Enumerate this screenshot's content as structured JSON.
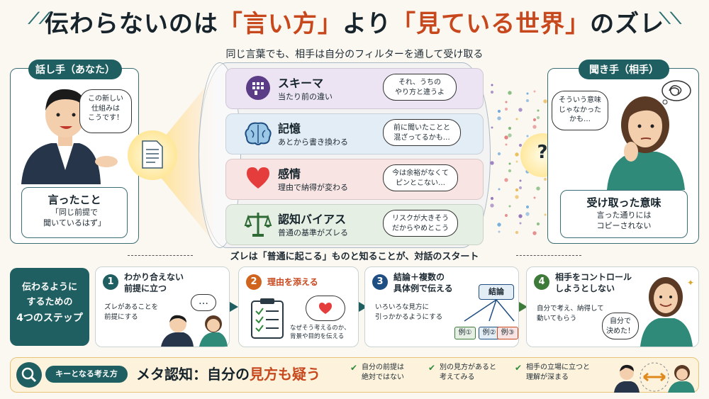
{
  "title": {
    "part1": "伝わらないのは",
    "part2": "「言い方」",
    "part3": "より",
    "part4": "「見ている世界」",
    "part5": "のズレ"
  },
  "subtitle": "同じ言葉でも、相手は自分のフィルターを通して受け取る",
  "speaker": {
    "tag": "話し手（あなた）",
    "bubble": [
      "この新しい",
      "仕組みは",
      "こうです！"
    ],
    "box_title": "言ったこと",
    "box_body": [
      "「同じ前提で",
      "聞いているはず」"
    ]
  },
  "listener": {
    "tag": "聞き手（相手）",
    "bubble": [
      "そういう意味",
      "じゃなかった",
      "かも…"
    ],
    "box_title": "受け取った意味",
    "box_body": [
      "言った通りには",
      "コピーされない"
    ]
  },
  "question_mark": "?",
  "filters": [
    {
      "title": "スキーマ",
      "sub": "当たり前の違い",
      "bubble": [
        "それ、うちの",
        "やり方と違うよ"
      ],
      "color": "#ece4f2",
      "icon": "brain-grid-icon"
    },
    {
      "title": "記憶",
      "sub": "あとから書き換わる",
      "bubble": [
        "前に聞いたことと",
        "混ざってるかも…"
      ],
      "color": "#e3edf6",
      "icon": "brain-icon"
    },
    {
      "title": "感情",
      "sub": "理由で納得が変わる",
      "bubble": [
        "今は余裕がなくて",
        "ピンとこない…"
      ],
      "color": "#f8e4e3",
      "icon": "heart-icon"
    },
    {
      "title": "認知バイアス",
      "sub": "普通の基準がズレる",
      "bubble": [
        "リスクが大きそう",
        "だからやめとこう"
      ],
      "color": "#e6efe4",
      "icon": "scale-icon"
    }
  ],
  "divider_text": "ズレは「普通に起こる」ものと知ることが、対話のスタート",
  "steps_label": [
    "伝わるように",
    "するための",
    "4つのステップ"
  ],
  "steps_label_num": "4",
  "steps": [
    {
      "num": "1",
      "title": [
        "わかり合えない",
        "前提に立つ"
      ],
      "body": [
        "ズレがあることを",
        "前提にする"
      ],
      "bubble": "…",
      "color": "#1f5f62"
    },
    {
      "num": "2",
      "title": [
        "理由を添える"
      ],
      "body": [
        "なぜそう考えるのか、",
        "背景や目的を伝える"
      ],
      "color": "#d0641f"
    },
    {
      "num": "3",
      "title": [
        "結論＋複数の",
        "具体例で伝える"
      ],
      "body": [
        "いろいろな見方に",
        "引っかかるようにする"
      ],
      "diagram_root": "結論",
      "diagram_leaves": [
        "例①",
        "例②",
        "例③"
      ],
      "color": "#1f4f82"
    },
    {
      "num": "4",
      "title": [
        "相手をコントロール",
        "しようとしない"
      ],
      "body": [
        "自分で考え、納得して",
        "動いてもらう"
      ],
      "bubble": [
        "自分で",
        "決めた！"
      ],
      "color": "#3e7a39"
    }
  ],
  "bottom": {
    "tag": "キーとなる考え方",
    "heading_a": "メタ認知：",
    "heading_b": "自分の",
    "heading_c": "見方も疑う",
    "points": [
      [
        "自分の前提は",
        "絶対ではない"
      ],
      [
        "別の見方があると",
        "考えてみる"
      ],
      [
        "相手の立場に立つと",
        "理解が深まる"
      ]
    ]
  },
  "colors": {
    "teal": "#1f5f62",
    "orange": "#c8481e",
    "green": "#2f8a3c"
  }
}
